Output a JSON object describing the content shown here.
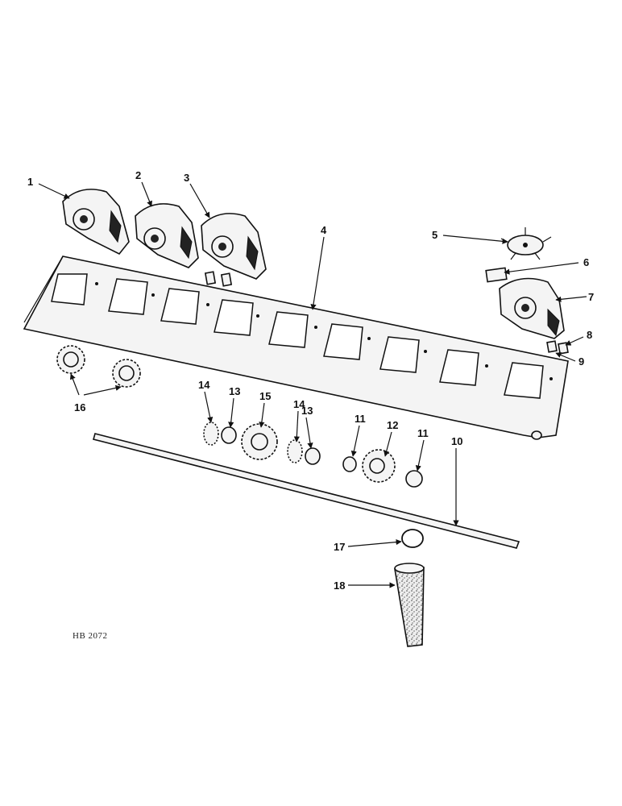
{
  "diagram": {
    "reference_code": "HB 2072",
    "callouts": [
      "1",
      "2",
      "3",
      "4",
      "5",
      "6",
      "7",
      "8",
      "9",
      "10",
      "11",
      "11",
      "12",
      "13",
      "13",
      "14",
      "14",
      "15",
      "16",
      "17",
      "18"
    ]
  }
}
